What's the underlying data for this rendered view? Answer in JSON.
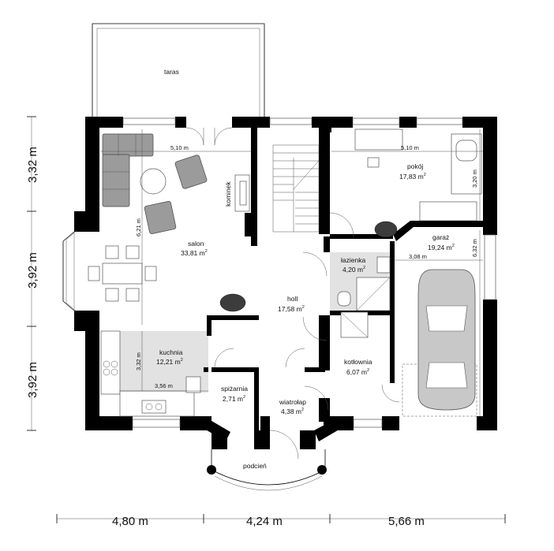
{
  "rooms": {
    "taras": {
      "name": "taras"
    },
    "salon": {
      "name": "salon",
      "area": "33,81 m",
      "sup": "2"
    },
    "pokoj": {
      "name": "pokój",
      "area": "17,83 m",
      "sup": "2"
    },
    "garaz": {
      "name": "garaż",
      "area": "19,24 m",
      "sup": "2"
    },
    "lazienka": {
      "name": "łazienka",
      "area": "4,20 m",
      "sup": "2"
    },
    "holl": {
      "name": "holl",
      "area": "17,58 m",
      "sup": "2"
    },
    "kuchnia": {
      "name": "kuchnia",
      "area": "12,21 m",
      "sup": "2"
    },
    "kotlownia": {
      "name": "kotłownia",
      "area": "6,07 m",
      "sup": "2"
    },
    "spizarnia": {
      "name": "spiżarnia",
      "area": "2,71 m",
      "sup": "2"
    },
    "wiatrolap": {
      "name": "wiatrołap",
      "area": "4,38 m",
      "sup": "2"
    },
    "podcien": {
      "name": "podcień"
    },
    "kominek": {
      "name": "kominek"
    }
  },
  "inner_dimensions": {
    "salon_width": "5,10 m",
    "pokoj_width": "5,10 m",
    "salon_depth": "6,21 m",
    "pokoj_depth": "3,20 m",
    "garaz_depth": "6,32 m",
    "garaz_width": "3,08 m",
    "kuchnia_depth": "3,32 m",
    "kuchnia_width": "3,56 m"
  },
  "outer_dimensions": {
    "bottom": [
      "4,80 m",
      "4,24 m",
      "5,66 m"
    ],
    "left": [
      "3,32 m",
      "3,92 m",
      "3,92 m"
    ]
  }
}
